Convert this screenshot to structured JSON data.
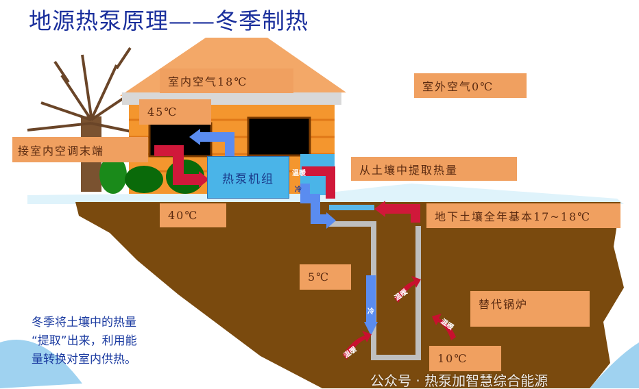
{
  "title": "地源热泵原理——冬季制热",
  "labels": {
    "indoor_air": "室内空气18℃",
    "outdoor_air": "室外空气0℃",
    "supply_temp": "45℃",
    "indoor_terminal": "接室内空调末端",
    "heat_pump_unit": "热泵机组",
    "extract_heat": "从土壤中提取热量",
    "return_temp": "40℃",
    "soil_temp": "地下土壤全年基本17~18℃",
    "loop_out_temp": "5℃",
    "replace_boiler": "替代锅炉",
    "loop_in_temp": "10℃"
  },
  "flow_tags": {
    "warm": "温暖",
    "cold": "冷"
  },
  "note": [
    "冬季将土壤中的热量",
    "“提取”出来，利用能",
    "量转换对室内供热。"
  ],
  "watermark": "公众号 · 热泵加智慧综合能源",
  "colors": {
    "title": "#1a2f9c",
    "label_bg": "#f0a060",
    "soil": "#7a4a0e",
    "hot_pipe": "#d0183a",
    "cold_pipe": "#5a8cf0",
    "unit": "#4ab4e8"
  }
}
